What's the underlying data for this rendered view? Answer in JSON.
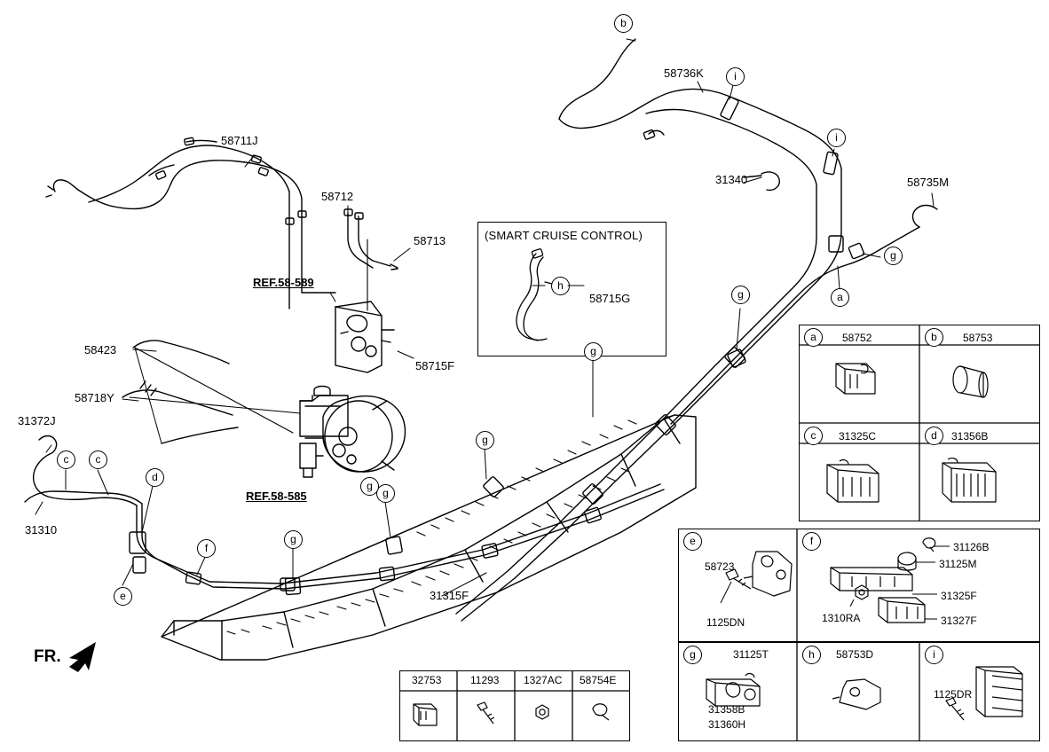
{
  "diagram": {
    "orientation_marker": "FR.",
    "pipe_labels": [
      {
        "id": "l58711J",
        "text": "58711J"
      },
      {
        "id": "l58712",
        "text": "58712"
      },
      {
        "id": "l58713",
        "text": "58713"
      },
      {
        "id": "l58736K",
        "text": "58736K"
      },
      {
        "id": "l31340",
        "text": "31340"
      },
      {
        "id": "l58735M",
        "text": "58735M"
      },
      {
        "id": "l58423",
        "text": "58423"
      },
      {
        "id": "l58718Y",
        "text": "58718Y"
      },
      {
        "id": "l58715F",
        "text": "58715F"
      },
      {
        "id": "l31372J",
        "text": "31372J"
      },
      {
        "id": "l31310",
        "text": "31310"
      },
      {
        "id": "l31315F",
        "text": "31315F"
      },
      {
        "id": "lref589",
        "text": "REF.58-589"
      },
      {
        "id": "lref585",
        "text": "REF.58-585"
      }
    ],
    "inset": {
      "title": "(SMART CRUISE CONTROL)",
      "part": "58715G",
      "callout": "h"
    },
    "callouts": [
      {
        "letter": "b"
      },
      {
        "letter": "i"
      },
      {
        "letter": "i"
      },
      {
        "letter": "g"
      },
      {
        "letter": "a"
      },
      {
        "letter": "g"
      },
      {
        "letter": "g"
      },
      {
        "letter": "g"
      },
      {
        "letter": "g"
      },
      {
        "letter": "g"
      },
      {
        "letter": "g"
      },
      {
        "letter": "c"
      },
      {
        "letter": "c"
      },
      {
        "letter": "d"
      },
      {
        "letter": "f"
      },
      {
        "letter": "e"
      }
    ],
    "legend_bottom": {
      "headers": [
        "32753",
        "11293",
        "1327AC",
        "58754E"
      ]
    },
    "legend_right": {
      "rows": [
        [
          {
            "letter": "a",
            "part": "58752",
            "icon": "clamp-block-icon"
          },
          {
            "letter": "b",
            "part": "58753",
            "icon": "grommet-cylinder-icon"
          }
        ],
        [
          {
            "letter": "c",
            "part": "31325C",
            "icon": "multi-clip-icon"
          },
          {
            "letter": "d",
            "part": "31356B",
            "icon": "ribbed-clip-icon"
          }
        ]
      ],
      "group_e": {
        "letter": "e",
        "part": "58723",
        "bolt": "1125DN"
      },
      "group_f": {
        "letter": "f",
        "part_top": "31126B",
        "part_top2": "31125M",
        "part_mid": "31325F",
        "part_bolt": "1310RA",
        "part_bottom": "31327F"
      },
      "group_g": {
        "letter": "g",
        "part_top": "31125T",
        "part_a": "31358B",
        "part_b": "31360H"
      },
      "group_h": {
        "letter": "h",
        "part": "58753D"
      },
      "group_i": {
        "letter": "i",
        "bolt": "1125DR"
      }
    }
  }
}
